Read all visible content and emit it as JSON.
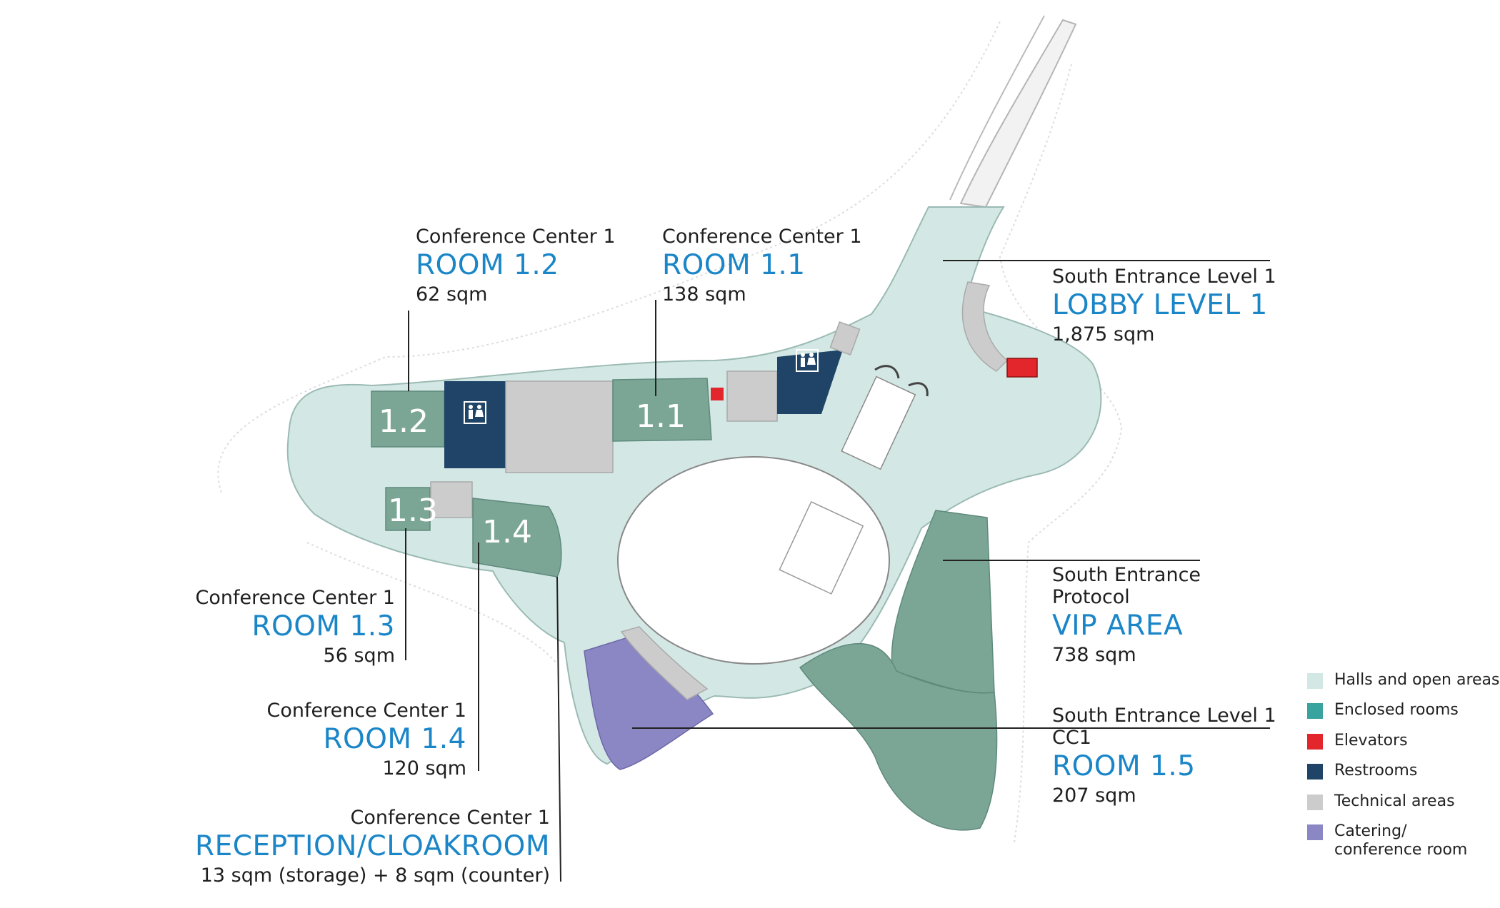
{
  "labels": {
    "room12": {
      "sub": "Conference Center 1",
      "title": "ROOM 1.2",
      "area": "62 sqm"
    },
    "room11": {
      "sub": "Conference Center 1",
      "title": "ROOM 1.1",
      "area": "138 sqm"
    },
    "lobby": {
      "sub": "South Entrance Level 1",
      "title": "LOBBY LEVEL 1",
      "area": "1,875 sqm"
    },
    "vip": {
      "sub1": "South Entrance",
      "sub2": "Protocol",
      "title": "VIP AREA",
      "area": "738 sqm"
    },
    "room15": {
      "sub1": "South Entrance Level 1",
      "sub2": "CC1",
      "title": "ROOM 1.5",
      "area": "207 sqm"
    },
    "room13": {
      "sub": "Conference Center 1",
      "title": "ROOM 1.3",
      "area": "56 sqm"
    },
    "room14": {
      "sub": "Conference Center 1",
      "title": "ROOM 1.4",
      "area": "120 sqm"
    },
    "reception": {
      "sub": "Conference Center 1",
      "title": "RECEPTION/CLOAKROOM",
      "area": "13 sqm (storage) + 8 sqm (counter)"
    }
  },
  "room_numbers": {
    "r12": "1.2",
    "r11": "1.1",
    "r13": "1.3",
    "r14": "1.4"
  },
  "legend": [
    {
      "label": "Halls and open areas",
      "color": "#d3e8e4"
    },
    {
      "label": "Enclosed rooms",
      "color": "#39a3a0"
    },
    {
      "label": "Elevators",
      "color": "#e3262b"
    },
    {
      "label": "Restrooms",
      "color": "#1f4468"
    },
    {
      "label": "Technical areas",
      "color": "#cccccc"
    },
    {
      "label": "Catering/\nconference room",
      "color": "#8b86c4"
    }
  ],
  "colors": {
    "hall": "#d3e8e4",
    "room": "#7ba696",
    "elevator": "#e3262b",
    "restroom": "#1f4468",
    "technical": "#cccccc",
    "catering": "#8b86c4",
    "accent": "#1a86c8"
  },
  "icons": {
    "restroom": "restroom-icon"
  }
}
